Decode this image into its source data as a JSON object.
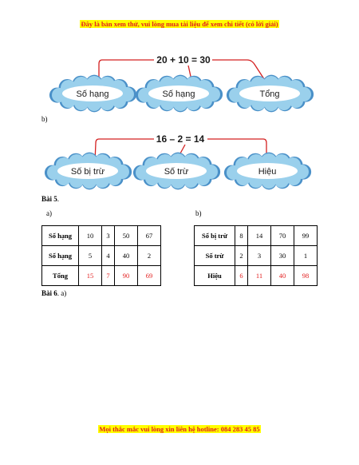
{
  "header_notice": "Đây là bản xem thử, vui lòng mua tài liệu để xem chi tiết (có lời giải)",
  "footer_notice": "Mọi thắc mắc vui lòng xin liên hệ hotline: 084 283 45 85",
  "diagram_a": {
    "equation": "20 + 10 = 30",
    "clouds": [
      "Số hạng",
      "Số hạng",
      "Tổng"
    ]
  },
  "label_b": "b)",
  "diagram_b": {
    "equation": "16 – 2 = 14",
    "clouds": [
      "Số bị trừ",
      "Số trừ",
      "Hiệu"
    ]
  },
  "bai5": {
    "title": "Bài 5",
    "dot": ".",
    "part_a": "a)",
    "part_b": "b)"
  },
  "table_a": {
    "rows": [
      {
        "label": "Số hạng",
        "values": [
          "10",
          "3",
          "50",
          "67"
        ]
      },
      {
        "label": "Số hạng",
        "values": [
          "5",
          "4",
          "40",
          "2"
        ]
      },
      {
        "label": "Tổng",
        "values": [
          "15",
          "7",
          "90",
          "69"
        ]
      }
    ]
  },
  "table_b": {
    "rows": [
      {
        "label": "Số bị trừ",
        "values": [
          "8",
          "14",
          "70",
          "99"
        ]
      },
      {
        "label": "Số trừ",
        "values": [
          "2",
          "3",
          "30",
          "1"
        ]
      },
      {
        "label": "Hiệu",
        "values": [
          "6",
          "11",
          "40",
          "98"
        ]
      }
    ]
  },
  "bai6": {
    "title": "Bài 6",
    "suffix": ". a)"
  },
  "colors": {
    "notice_red": "#e21d1d",
    "notice_bg": "#ffff00",
    "cloud_fill": "#9ad0ec",
    "cloud_outline": "#4a90c8",
    "line_red": "#d42020"
  }
}
